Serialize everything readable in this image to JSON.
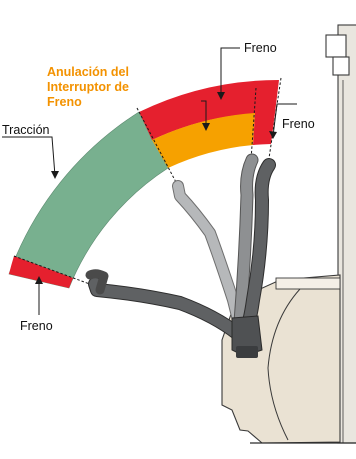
{
  "labels": {
    "freno_top": "Freno",
    "freno_right": "Freno",
    "freno_bottom": "Freno",
    "traccion": "Tracción",
    "anulacion_line1": "Anulación del",
    "anulacion_line2": "Interruptor de",
    "anulacion_line3": "Freno"
  },
  "colors": {
    "traction_zone": "#78B08F",
    "brake_zone": "#E5202E",
    "override_zone": "#F6A100",
    "handle_front": "#5F6163",
    "handle_mid": "#8E9092",
    "handle_back": "#B6B8BA",
    "truck_body": "#EAE2D3",
    "callout_text": "#F39200"
  }
}
